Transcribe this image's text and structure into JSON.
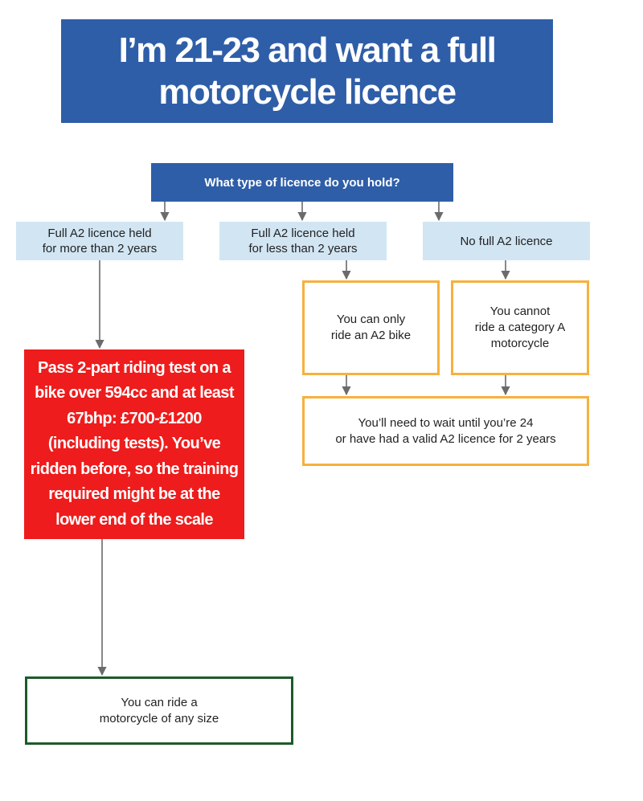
{
  "title": "I’m 21-23 and want a full motorcycle licence",
  "question": "What type of licence do you hold?",
  "options": [
    "Full A2 licence held\nfor more than 2 years",
    "Full A2 licence held\nfor less than 2 years",
    "No full A2 licence"
  ],
  "outcomes": {
    "only_a2": "You can only\nride an A2 bike",
    "cannot_ride": "You cannot\nride a category A\nmotorcycle",
    "wait": "You’ll need to wait until you’re 24\nor have had a valid A2 licence for 2 years",
    "riding_test": "Pass 2-part riding test on a\nbike over 594cc and at least\n67bhp: £700-£1200\n(including tests). You’ve\nridden before, so the training\nrequired might be at the\nlower end of the scale",
    "any_size": "You can ride a\nmotorcycle of any size"
  },
  "colors": {
    "header_blue": "#2f5ea8",
    "option_blue": "#d2e5f3",
    "warning_orange": "#f6b13c",
    "alert_red": "#ee1c1c",
    "success_green": "#1d5a2a",
    "connector_grey": "#6b6b6b"
  }
}
